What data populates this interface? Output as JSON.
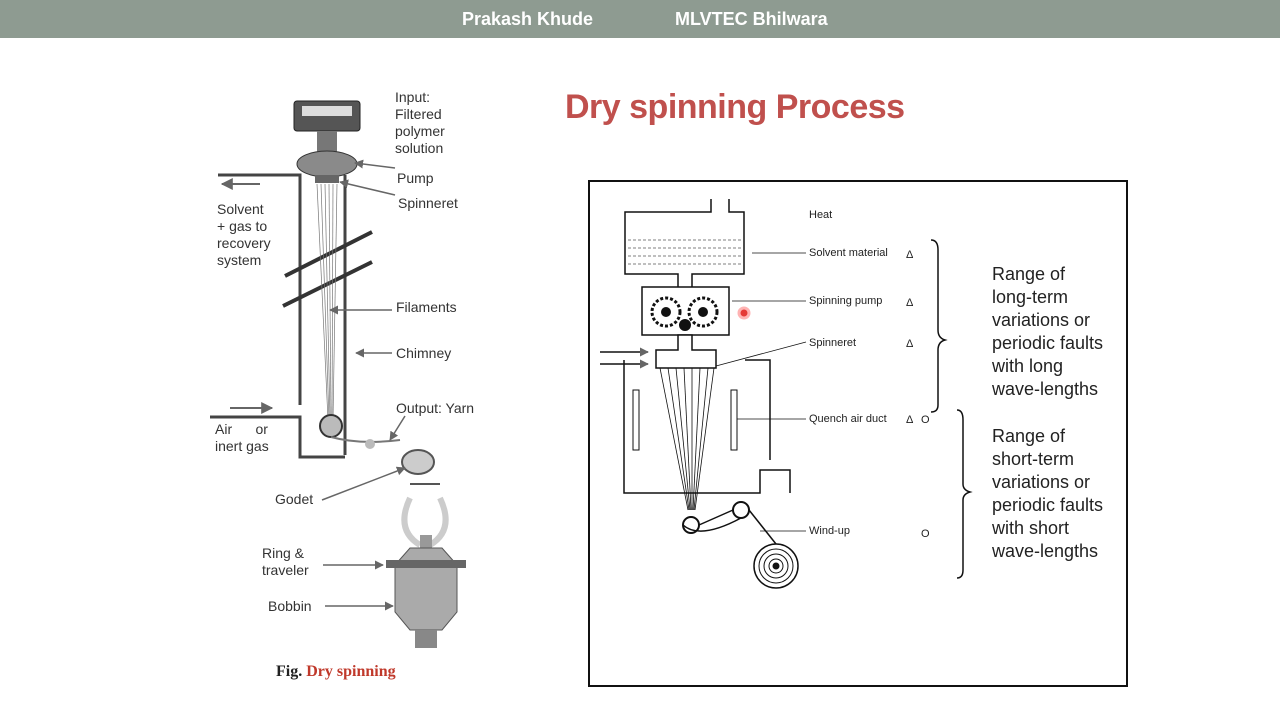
{
  "header": {
    "author": "Prakash Khude",
    "institution": "MLVTEC Bhilwara"
  },
  "title": "Dry spinning Process",
  "left_figure": {
    "labels": {
      "input": [
        "Input:",
        "Filtered",
        "polymer",
        "solution"
      ],
      "pump": "Pump",
      "spinneret": "Spinneret",
      "solvent": [
        "Solvent",
        "+ gas to",
        "recovery",
        "system"
      ],
      "filaments": "Filaments",
      "chimney": "Chimney",
      "output": "Output: Yarn",
      "air": [
        "Air      or",
        "inert gas"
      ],
      "godet": "Godet",
      "ring": [
        "Ring &",
        "traveler"
      ],
      "bobbin": "Bobbin"
    },
    "caption_prefix": "Fig.",
    "caption_name": "Dry spinning"
  },
  "right_figure": {
    "labels": {
      "heat": "Heat",
      "solvent_material": "Solvent material",
      "spinning_pump": "Spinning pump",
      "spinneret": "Spinneret",
      "quench": "Quench air duct",
      "windup": "Wind-up"
    },
    "markers": {
      "triangle": "Δ",
      "circle": "O"
    },
    "long_range": [
      "Range of",
      "long-term",
      "variations or",
      "periodic faults",
      "with long",
      "wave-lengths"
    ],
    "short_range": [
      "Range of",
      "short-term",
      "variations or",
      "periodic faults",
      "with short",
      "wave-lengths"
    ]
  }
}
